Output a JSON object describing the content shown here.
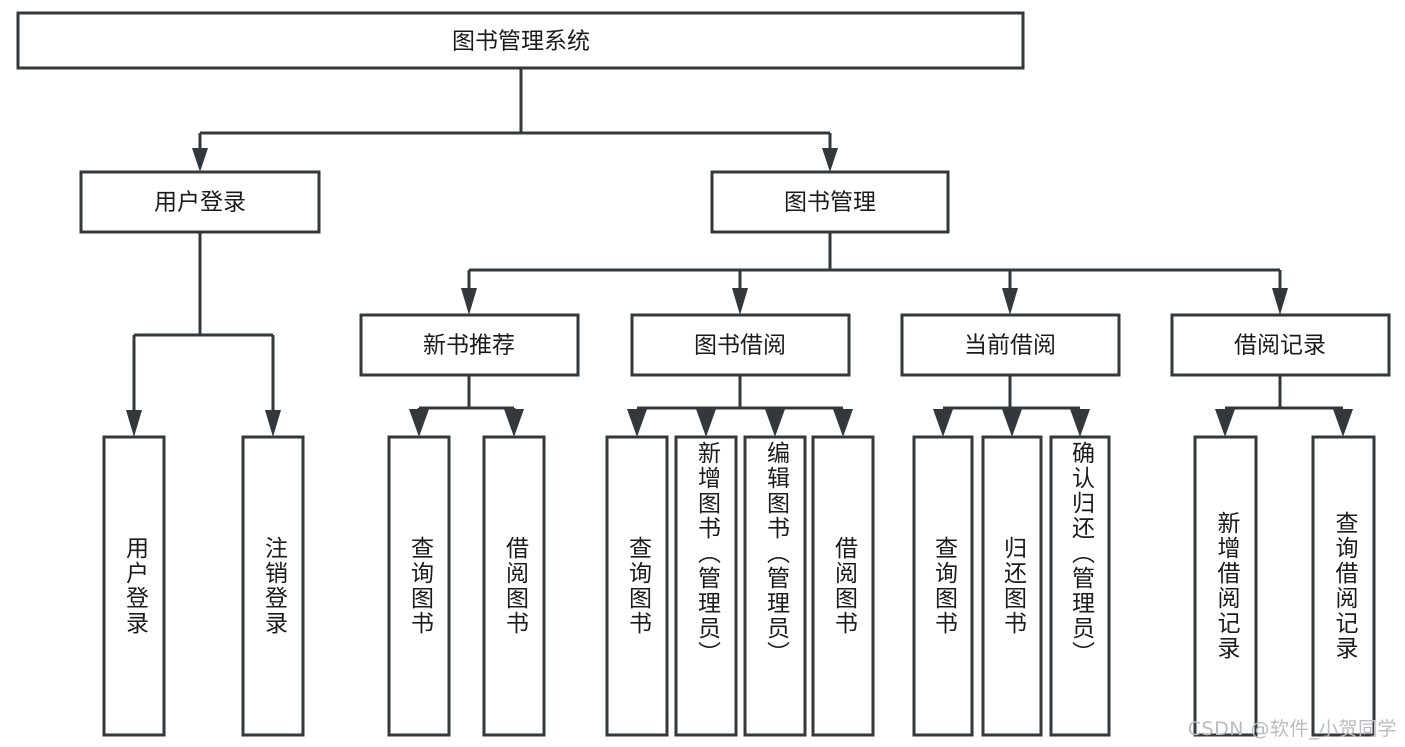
{
  "diagram": {
    "type": "tree",
    "title": "图书管理系统",
    "watermark": "CSDN @软件_小贺同学",
    "root": {
      "label": "图书管理系统"
    },
    "level1": [
      {
        "label": "用户登录"
      },
      {
        "label": "图书管理"
      }
    ],
    "level2": [
      {
        "label": "新书推荐"
      },
      {
        "label": "图书借阅"
      },
      {
        "label": "当前借阅"
      },
      {
        "label": "借阅记录"
      }
    ],
    "leaves": {
      "user_login": [
        {
          "label": "用户登录"
        },
        {
          "label": "注销登录"
        }
      ],
      "new_book_recommend": [
        {
          "label": "查询图书"
        },
        {
          "label": "借阅图书"
        }
      ],
      "book_borrow": [
        {
          "label": "查询图书"
        },
        {
          "label": "新增图书（管理员）"
        },
        {
          "label": "编辑图书（管理员）"
        },
        {
          "label": "借阅图书"
        }
      ],
      "current_borrow": [
        {
          "label": "查询图书"
        },
        {
          "label": "归还图书"
        },
        {
          "label": "确认归还（管理员）"
        }
      ],
      "borrow_record": [
        {
          "label": "新增借阅记录"
        },
        {
          "label": "查询借阅记录"
        }
      ]
    },
    "colors": {
      "stroke": "#33383d",
      "fill": "#ffffff",
      "text": "#1b1b1b",
      "watermark": "#b9bcc0"
    }
  }
}
